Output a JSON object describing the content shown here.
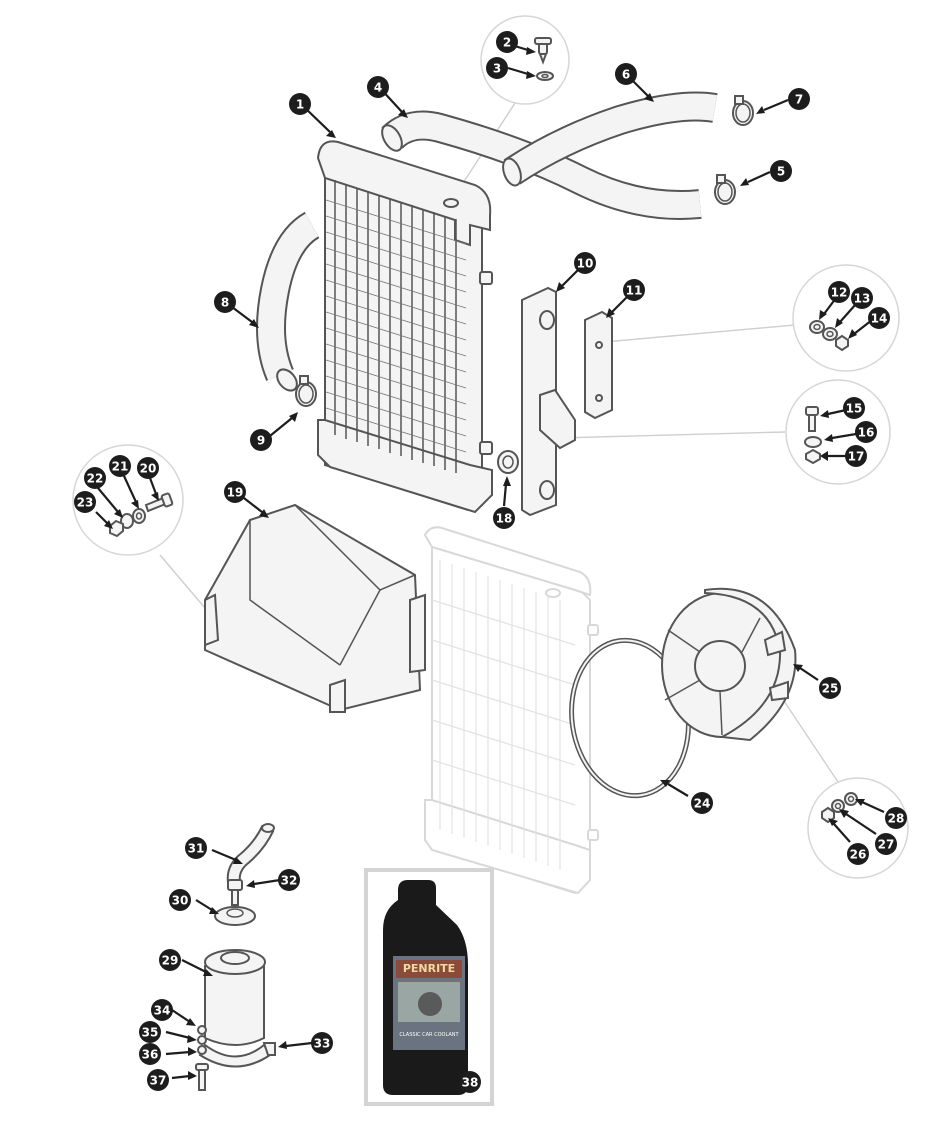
{
  "callouts": [
    {
      "n": "1"
    },
    {
      "n": "2"
    },
    {
      "n": "3"
    },
    {
      "n": "4"
    },
    {
      "n": "5"
    },
    {
      "n": "6"
    },
    {
      "n": "7"
    },
    {
      "n": "8"
    },
    {
      "n": "9"
    },
    {
      "n": "10"
    },
    {
      "n": "11"
    },
    {
      "n": "12"
    },
    {
      "n": "13"
    },
    {
      "n": "14"
    },
    {
      "n": "15"
    },
    {
      "n": "16"
    },
    {
      "n": "17"
    },
    {
      "n": "18"
    },
    {
      "n": "19"
    },
    {
      "n": "20"
    },
    {
      "n": "21"
    },
    {
      "n": "22"
    },
    {
      "n": "23"
    },
    {
      "n": "24"
    },
    {
      "n": "25"
    },
    {
      "n": "26"
    },
    {
      "n": "27"
    },
    {
      "n": "28"
    },
    {
      "n": "29"
    },
    {
      "n": "30"
    },
    {
      "n": "31"
    },
    {
      "n": "32"
    },
    {
      "n": "33"
    },
    {
      "n": "34"
    },
    {
      "n": "35"
    },
    {
      "n": "36"
    },
    {
      "n": "37"
    },
    {
      "n": "38"
    }
  ],
  "bottle": {
    "brand": "PENRITE",
    "product": "CLASSIC CAR COOLANT"
  },
  "colors": {
    "badge": "#1d1d1d",
    "line_art": "#555555",
    "ghost_art": "#d8d8d8"
  }
}
